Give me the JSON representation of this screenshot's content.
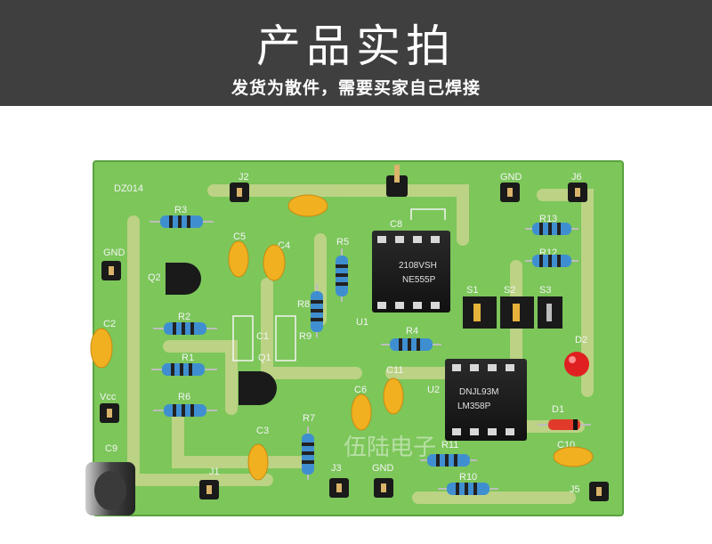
{
  "banner": {
    "title": "产品实拍",
    "subtitle": "发货为散件，需要买家自己焊接"
  },
  "board": {
    "model": "DZ014",
    "watermark": "伍陆电子",
    "ic_u1": {
      "label": "U1",
      "line1": "2108VSH",
      "line2": "NE555P"
    },
    "ic_u2": {
      "label": "U2",
      "line1": "DNJL93M",
      "line2": "LM358P"
    },
    "resistors": [
      "R1",
      "R2",
      "R3",
      "R4",
      "R5",
      "R6",
      "R7",
      "R8",
      "R9",
      "R10",
      "R11",
      "R12",
      "R13"
    ],
    "capacitors": [
      "C1",
      "C2",
      "C3",
      "C4",
      "C5",
      "C6",
      "C8",
      "C9",
      "C10",
      "C11"
    ],
    "connectors": [
      "J1",
      "J2",
      "J3",
      "J5",
      "J6",
      "GND",
      "GND",
      "GND",
      "Vcc"
    ],
    "switches": [
      "S1",
      "S2",
      "S3"
    ],
    "transistors": [
      "Q1",
      "Q2"
    ],
    "diodes": [
      "D1",
      "D2"
    ]
  },
  "colors": {
    "banner": "#3f3f3f",
    "pcb": "#7cc65a",
    "trace": "#c9d58a",
    "ceramic_cap": "#f0b020"
  }
}
